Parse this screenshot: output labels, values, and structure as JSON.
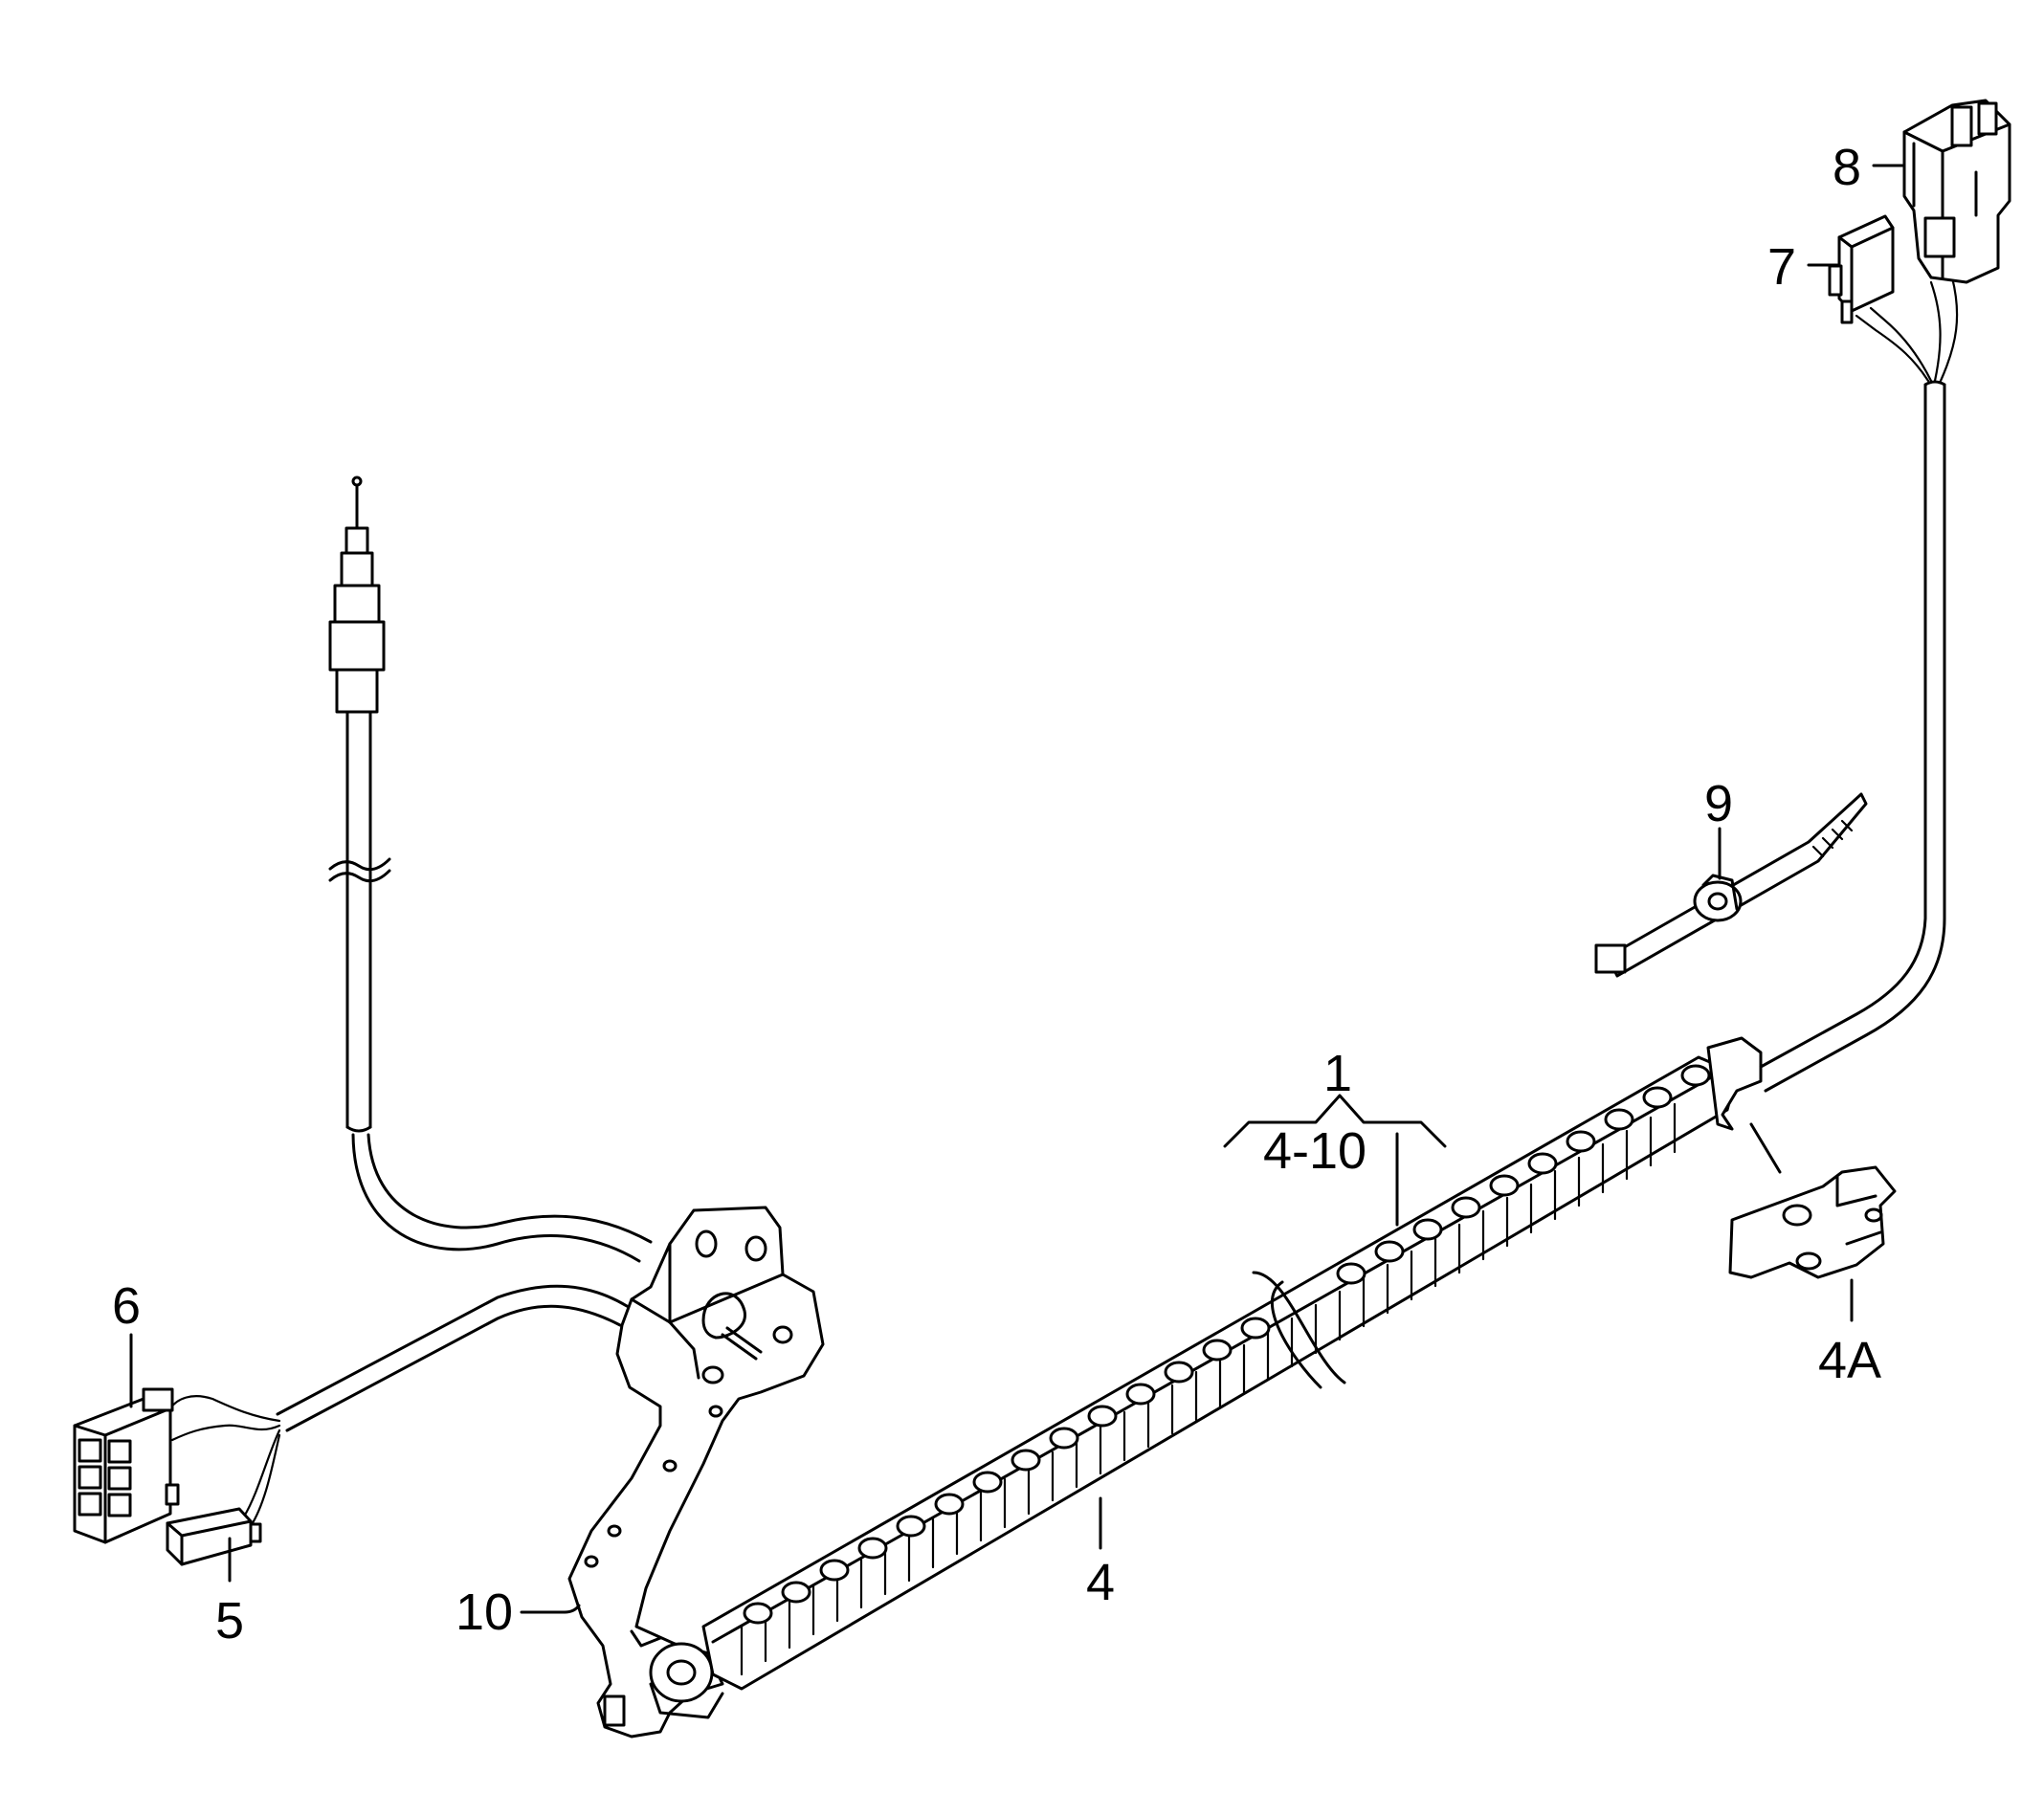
{
  "diagram": {
    "callouts": {
      "c1": "1",
      "c1_range": "4-10",
      "c4": "4",
      "c4a": "4A",
      "c5": "5",
      "c6": "6",
      "c7": "7",
      "c8": "8",
      "c9": "9",
      "c10": "10"
    }
  }
}
